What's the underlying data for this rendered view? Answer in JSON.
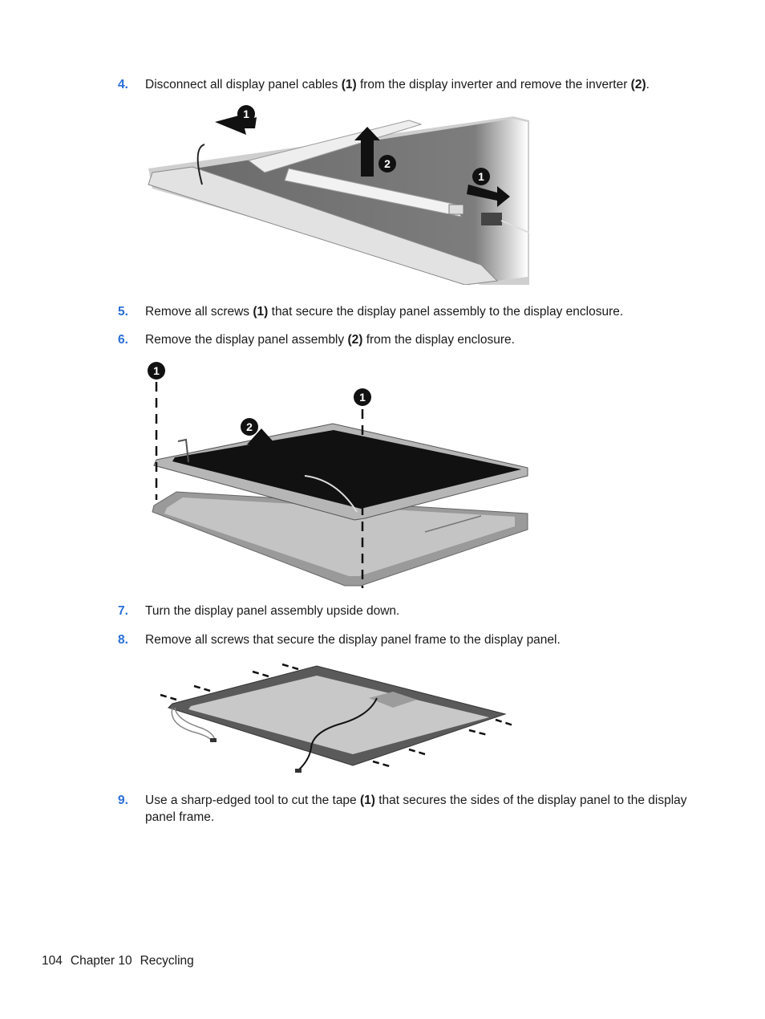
{
  "steps": [
    {
      "number": "4.",
      "parts": [
        "Disconnect all display panel cables ",
        "(1)",
        " from the display inverter and remove the inverter ",
        "(2)",
        "."
      ]
    },
    {
      "number": "5.",
      "parts": [
        "Remove all screws ",
        "(1)",
        " that secure the display panel assembly to the display enclosure."
      ]
    },
    {
      "number": "6.",
      "parts": [
        "Remove the display panel assembly ",
        "(2)",
        " from the display enclosure."
      ]
    },
    {
      "number": "7.",
      "parts": [
        "Turn the display panel assembly upside down."
      ]
    },
    {
      "number": "8.",
      "parts": [
        "Remove all screws that secure the display panel frame to the display panel."
      ]
    },
    {
      "number": "9.",
      "parts": [
        "Use a sharp-edged tool to cut the tape ",
        "(1)",
        " that secures the sides of the display panel to the display panel frame."
      ]
    }
  ],
  "figure1": {
    "callouts": [
      "1",
      "2",
      "1"
    ]
  },
  "figure2": {
    "callouts": [
      "1",
      "1",
      "2"
    ]
  },
  "footer": {
    "page": "104",
    "chapter": "Chapter 10",
    "section": "Recycling"
  }
}
